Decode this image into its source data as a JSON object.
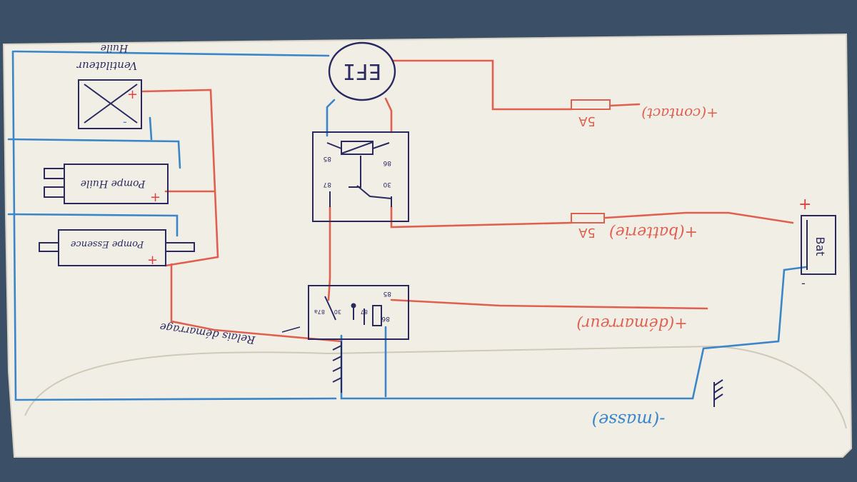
{
  "labels": {
    "efi": "EFI",
    "ventilateur_line1": "Ventilateur",
    "ventilateur_line2": "Huile",
    "pompe_huile": "Pompe Huile",
    "pompe_essence": "Pompe Essence",
    "relais_demarrage": "Relais démarrage",
    "contact": "+(contact)",
    "batterie": "+(batterie)",
    "demarreur": "+(démarreur)",
    "masse": "-(masse)",
    "fuse_contact": "5A",
    "fuse_batterie": "5A",
    "battery_label": "Bat",
    "plus_sign": "+",
    "minus_sign": "-"
  },
  "relay_top_pins": {
    "p85": "85",
    "p86": "86",
    "p87": "87",
    "p30": "30"
  },
  "relay_bottom_pins": {
    "p85": "85",
    "p86": "86",
    "p87a": "87a",
    "p30": "30",
    "p87": "87"
  },
  "colors": {
    "paper": "#f1eee6",
    "background": "#3b5066",
    "positive_wire": "#e06050",
    "ground_wire": "#3a86c8",
    "ink": "#2a2a60"
  }
}
